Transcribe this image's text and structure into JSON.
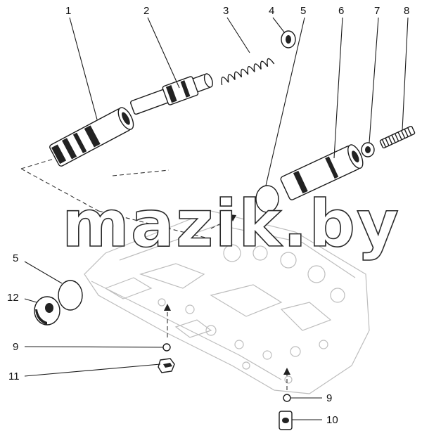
{
  "diagram": {
    "callouts": [
      {
        "id": "c1",
        "label": "1"
      },
      {
        "id": "c2",
        "label": "2"
      },
      {
        "id": "c3",
        "label": "3"
      },
      {
        "id": "c4",
        "label": "4"
      },
      {
        "id": "c5a",
        "label": "5"
      },
      {
        "id": "c6",
        "label": "6"
      },
      {
        "id": "c7",
        "label": "7"
      },
      {
        "id": "c8",
        "label": "8"
      },
      {
        "id": "c5b",
        "label": "5"
      },
      {
        "id": "c12",
        "label": "12"
      },
      {
        "id": "c9a",
        "label": "9"
      },
      {
        "id": "c11",
        "label": "11"
      },
      {
        "id": "c9b",
        "label": "9"
      },
      {
        "id": "c10",
        "label": "10"
      }
    ],
    "watermark": "mazik.by",
    "colors": {
      "ink": "#1a1a1a",
      "ghost": "#bdbdbd",
      "background": "#ffffff"
    }
  }
}
